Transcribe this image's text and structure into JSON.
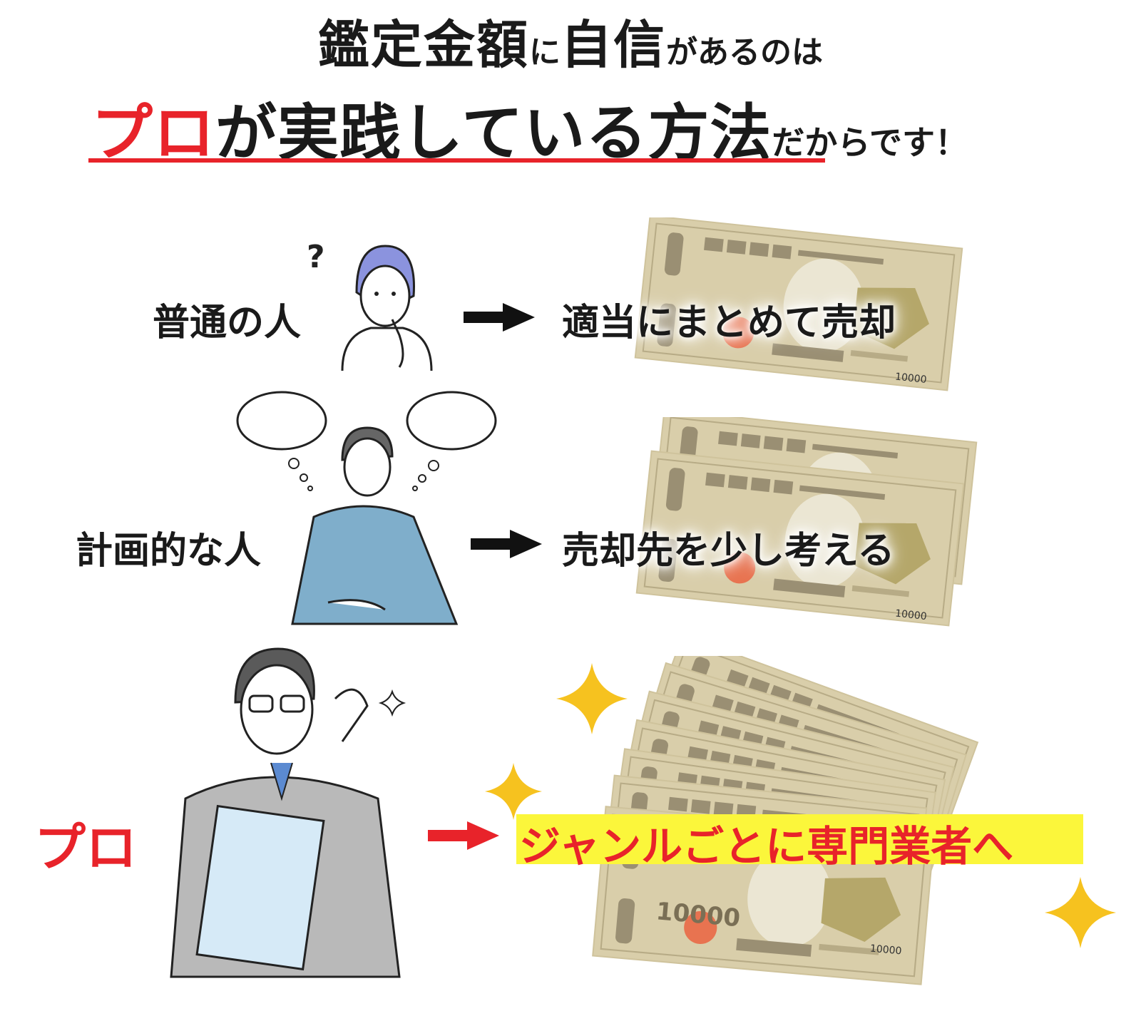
{
  "headline": {
    "line1": [
      {
        "text": "鑑定金額",
        "size": "big"
      },
      {
        "text": "に",
        "size": "small"
      },
      {
        "text": "自信",
        "size": "big"
      },
      {
        "text": "があるのは",
        "size": "small"
      }
    ],
    "line2": {
      "red": "プロ",
      "main": "が実践している方法",
      "tail": "だからです！"
    },
    "accent_color": "#e8232a"
  },
  "rows": [
    {
      "label": "普通の人",
      "result": "適当にまとめて売却",
      "note_text": "10000"
    },
    {
      "label": "計画的な人",
      "result": "売却先を少し考える",
      "note_text": "10000"
    },
    {
      "label": "プロ",
      "result": "ジャンルごとに専門業者へ",
      "note_text": "10000",
      "note_text_big": "10000"
    }
  ],
  "colors": {
    "accent": "#e8232a",
    "highlight": "#fbf63b",
    "banknote": "#d9ceaa",
    "banknote_dark": "#9a8f73",
    "seal": "#e87350",
    "sparkle": "#f6c21f"
  }
}
